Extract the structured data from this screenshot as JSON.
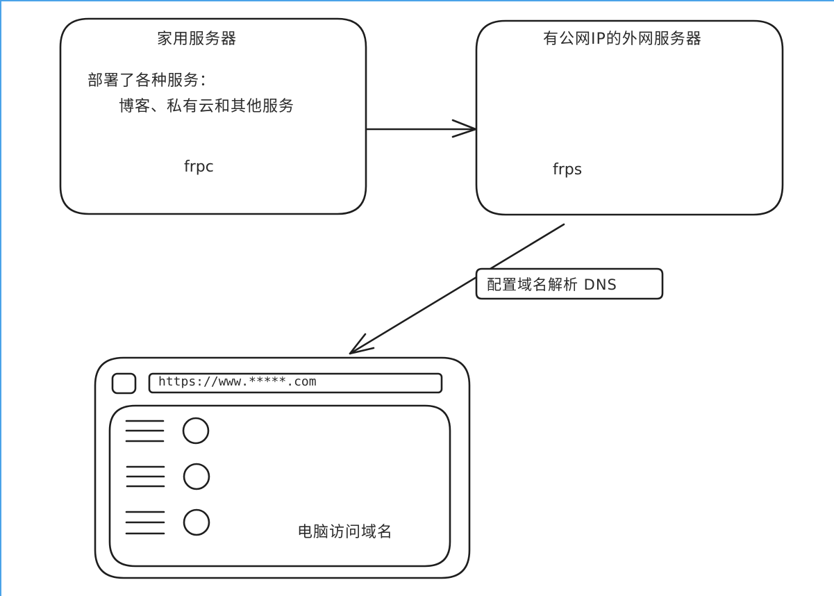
{
  "diagram": {
    "home_server": {
      "title": "家用服务器",
      "description_line1": "部署了各种服务：",
      "description_line2": "博客、私有云和其他服务",
      "component": "frpc"
    },
    "public_server": {
      "title": "有公网IP的外网服务器",
      "component": "frps"
    },
    "edge_home_to_public": {
      "from": "home_server",
      "to": "public_server"
    },
    "edge_public_to_browser": {
      "from": "public_server",
      "to": "browser",
      "label": "配置域名解析 DNS"
    },
    "browser": {
      "url": "https://www.*****.com",
      "caption": "电脑访问域名",
      "list_items": 3
    }
  },
  "colors": {
    "stroke": "#1e1e1e",
    "frame_accent": "#4aa3e8",
    "background": "#ffffff"
  }
}
